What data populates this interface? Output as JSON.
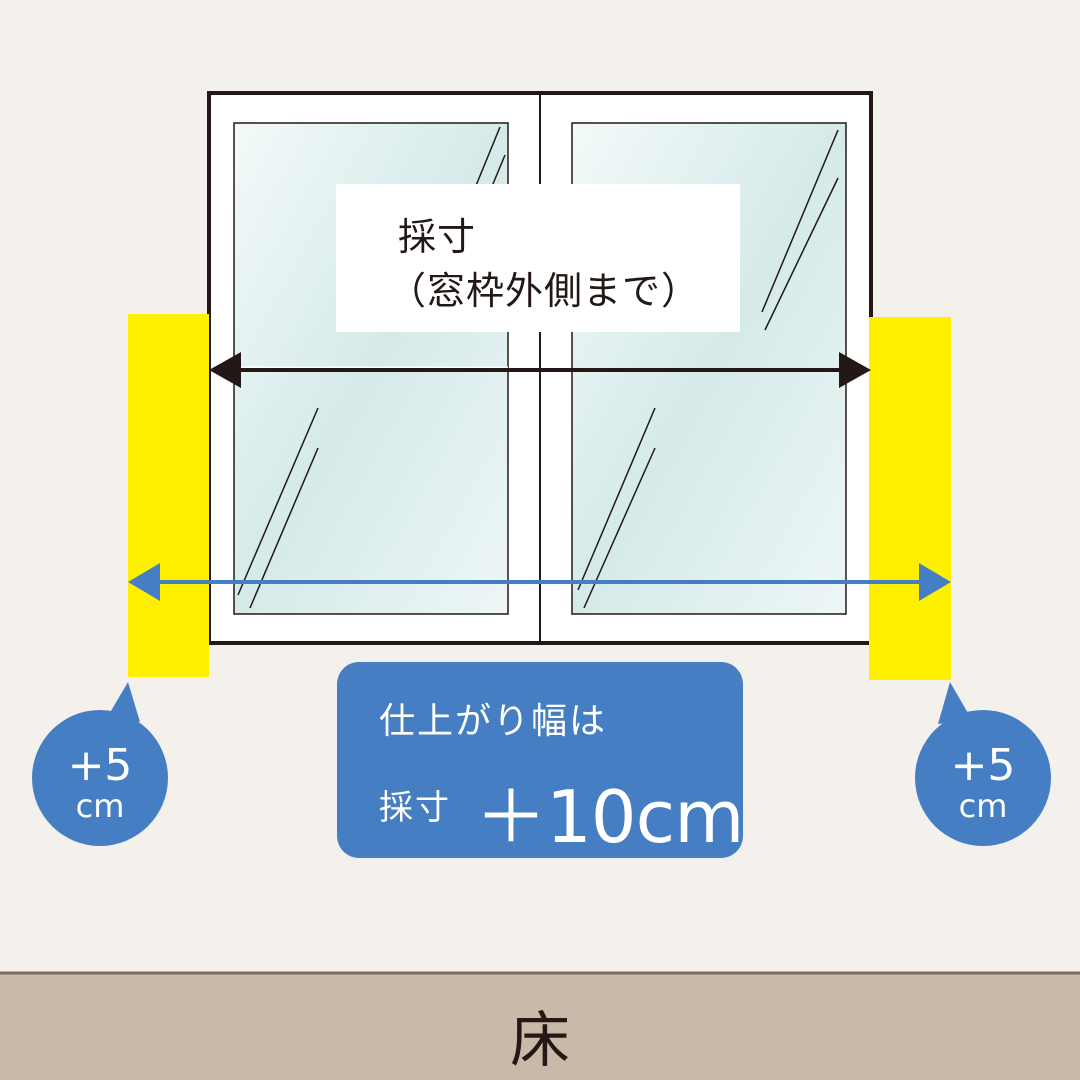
{
  "measurement_label": {
    "line1": "採寸",
    "line2": "（窓枠外側まで）"
  },
  "result_box": {
    "line1": "仕上がり幅は",
    "prefix": "採寸",
    "value": "＋10cm"
  },
  "left_bubble": {
    "amount": "+5",
    "unit": "cm"
  },
  "right_bubble": {
    "amount": "+5",
    "unit": "cm"
  },
  "floor_label": "床",
  "colors": {
    "background": "#f4f1ed",
    "floor": "#c8b9a9",
    "window_frame": "#231815",
    "glass": "#e3f0f0",
    "allowance": "#fff000",
    "accent_blue": "#467ec3",
    "arrow_black": "#231815"
  }
}
